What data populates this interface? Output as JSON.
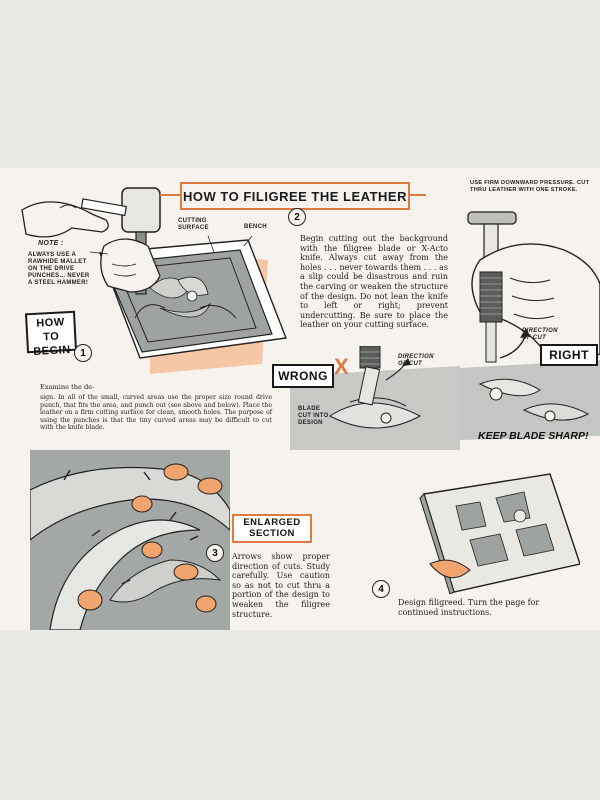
{
  "title": "HOW TO FILIGREE THE LEATHER",
  "labels": {
    "use_firm": "USE FIRM DOWNWARD PRESSURE. CUT THRU LEATHER WITH ONE STROKE.",
    "cutting_surface": "CUTTING SURFACE",
    "bench": "BENCH",
    "note": "NOTE :",
    "note_body": "ALWAYS USE A RAWHIDE MALLET ON THE DRIVE PUNCHES... NEVER A STEEL HAMMER!",
    "direction_of_cut": "DIRECTION OF CUT",
    "direction_of_cut_2": "DIRECTION OF CUT",
    "blade_cut": "BLADE CUT INTO DESIGN",
    "keep_blade_sharp": "KEEP BLADE SHARP!"
  },
  "stamps": {
    "how_to_begin": "HOW TO BEGIN",
    "wrong": "WRONG",
    "right": "RIGHT",
    "enlarged_section": "ENLARGED SECTION",
    "wrong_mark": "X"
  },
  "numbers": {
    "n1": "1",
    "n2": "2",
    "n3": "3",
    "n4": "4"
  },
  "text": {
    "step2": "Begin cutting out the background with the filigree blade or X-Acto knife. Always cut away from the holes . . . never towards them . . . as a slip could be disastrous and ruin the carving or weaken the structure of the design. Do not lean the knife to left or right; prevent undercutting. Be sure to place the leather on your cutting surface.",
    "step1_lead": "Examine the de-",
    "step1": "sign. In all of the small, curved areas use the proper size round drive punch, that fits the area, and punch out (see above and below). Place the leather on a firm cutting surface for clean, smooth holes. The purpose of using the punches is that the tiny curved areas may be difficult to cut with the knife blade.",
    "step3": "Arrows show proper direction of cuts. Study carefully. Use caution so as not to cut thru a portion of the design to weaken the filigree structure.",
    "step4": "Design filigreed. Turn the page for continued instructions."
  },
  "colors": {
    "accent": "#e07a45",
    "peach": "#f6c7a6",
    "orange_fill": "#f2a46f"
  }
}
